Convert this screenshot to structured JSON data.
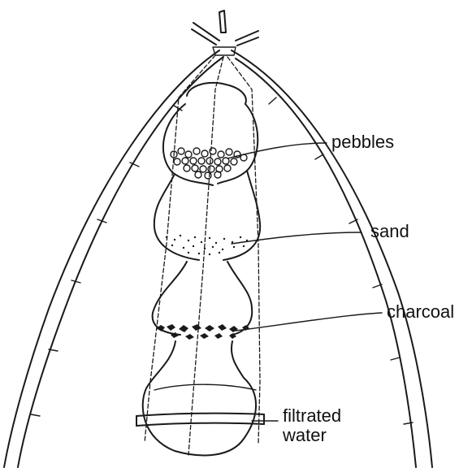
{
  "diagram": {
    "labels": {
      "pebbles": "pebbles",
      "sand": "sand",
      "charcoal": "charcoal",
      "filtrated_line1": "filtrated",
      "filtrated_line2": "water"
    }
  }
}
